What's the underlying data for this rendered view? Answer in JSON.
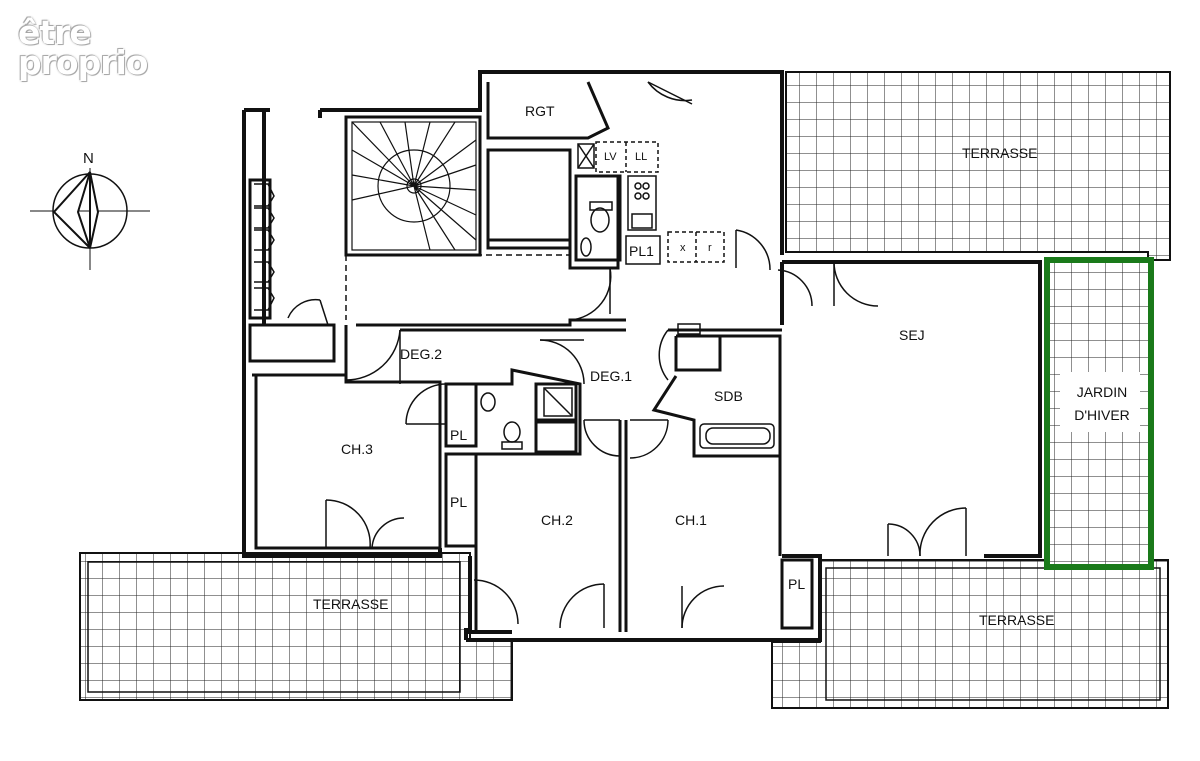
{
  "watermark": {
    "line1": "être",
    "line2": "proprio"
  },
  "compass": {
    "north_label": "N",
    "icon": "compass-icon"
  },
  "highlight_color": "#1a7a1a",
  "rooms": {
    "rgt": "RGT",
    "lv": "LV",
    "ll": "LL",
    "pl1": "PL1",
    "x": "x",
    "r": "r",
    "terrasse_ne": "TERRASSE",
    "sej": "SEJ",
    "jardin_line1": "JARDIN",
    "jardin_line2": "D'HIVER",
    "deg2": "DEG.2",
    "deg1": "DEG.1",
    "sdb": "SDB",
    "ch3": "CH.3",
    "pl_a": "PL",
    "pl_b": "PL",
    "ch2": "CH.2",
    "ch1": "CH.1",
    "pl_c": "PL",
    "terrasse_sw": "TERRASSE",
    "terrasse_se": "TERRASSE"
  }
}
